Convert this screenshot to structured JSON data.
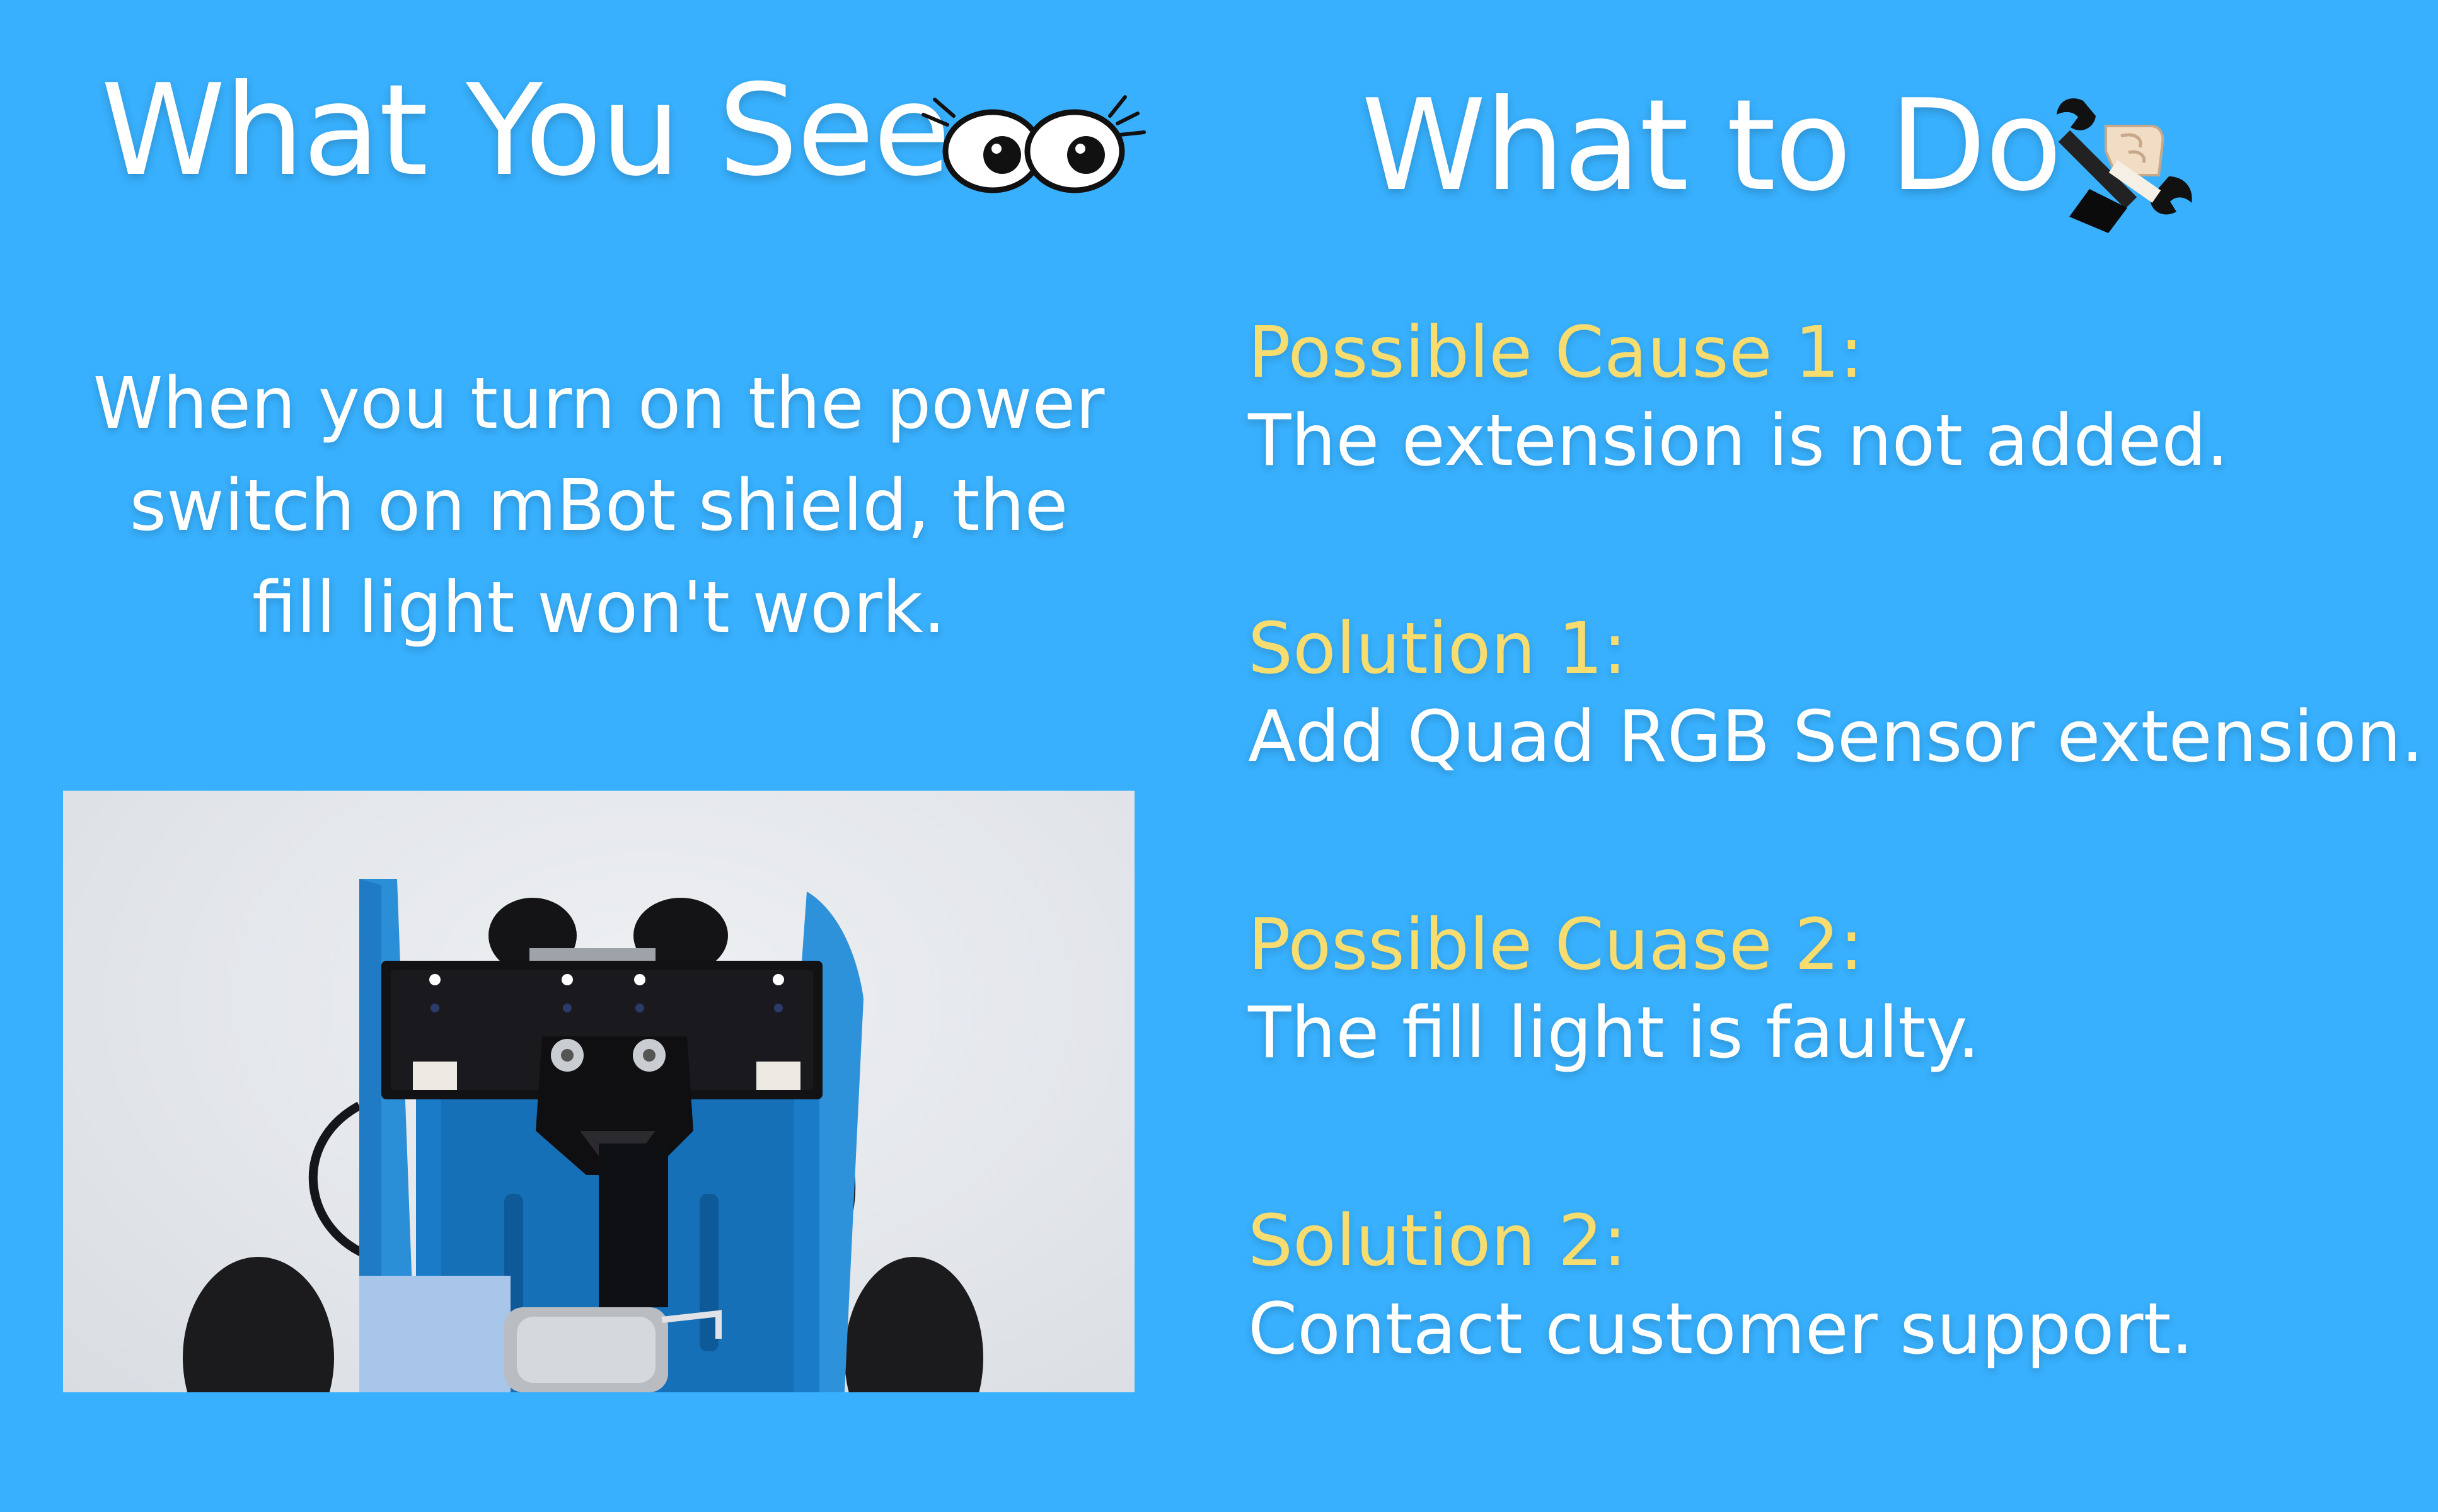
{
  "left": {
    "title": "What You See",
    "title_icon": "eyes-icon",
    "description": "When you turn on the power switch on mBot shield, the fill light won't work.",
    "image": "mbot-fill-light-photo"
  },
  "right": {
    "title": "What to Do",
    "title_icon": "fist-wrench-icon",
    "items": [
      {
        "label": "Possible Cause 1:",
        "text": "The extension is not added."
      },
      {
        "label": "Solution 1:",
        "text": "Add Quad RGB Sensor extension."
      },
      {
        "label": "Possible Cuase 2:",
        "text": "The fill light is faulty."
      },
      {
        "label": "Solution 2:",
        "text": "Contact customer support."
      }
    ]
  },
  "colors": {
    "background": "#38b0fd",
    "label": "#f7dc6f",
    "text": "#ffffff"
  }
}
